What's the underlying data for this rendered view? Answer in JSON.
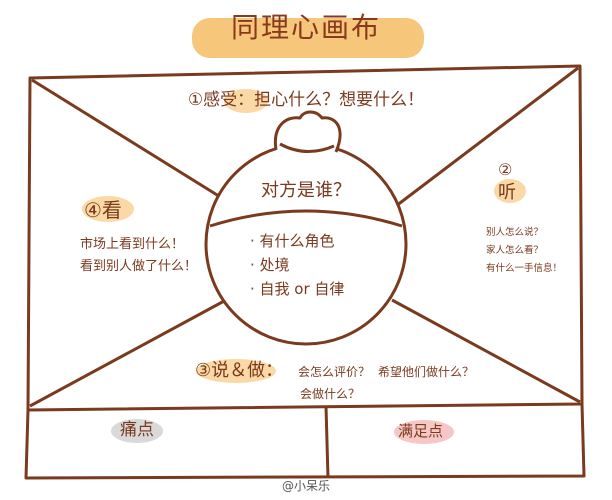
{
  "title": "同理心画布",
  "feel": {
    "text": "①感受：担心什么？想要什么！"
  },
  "look": {
    "heading": "④看",
    "lines": [
      "市场上看到什么！",
      "看到别人做了什么！"
    ]
  },
  "listen": {
    "number": "②",
    "heading": "听",
    "lines": [
      "别人怎么说？",
      "家人怎么看？",
      "有什么一手信息！"
    ]
  },
  "center": {
    "title": "对方是谁？",
    "items": [
      "· 有什么角色",
      "· 处境",
      "· 自我 or 自律"
    ]
  },
  "say_do": {
    "heading": "③说＆做：",
    "questions": [
      "会怎么评价？",
      "希望他们做什么？",
      "会做什么？"
    ]
  },
  "pain": {
    "label": "痛点"
  },
  "gain": {
    "label": "满足点"
  },
  "credit": "@小呆乐",
  "colors": {
    "ink": "#7a3a1e",
    "title_highlight": "#f6c77a",
    "center_highlight": "#fbe3a8",
    "section_highlight": "#fbd9a6",
    "pain_highlight": "#d9d9d9",
    "gain_highlight": "#f7c6c6"
  }
}
